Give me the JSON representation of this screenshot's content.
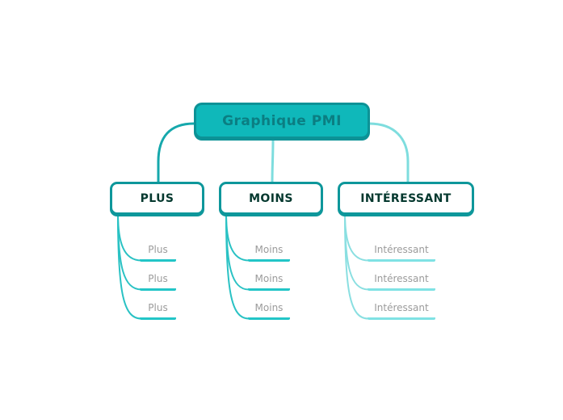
{
  "mindmap": {
    "root": {
      "label": "Graphique PMI"
    },
    "branches": [
      {
        "label": "PLUS",
        "children": [
          {
            "label": "Plus"
          },
          {
            "label": "Plus"
          },
          {
            "label": "Plus"
          }
        ]
      },
      {
        "label": "MOINS",
        "children": [
          {
            "label": "Moins"
          },
          {
            "label": "Moins"
          },
          {
            "label": "Moins"
          }
        ]
      },
      {
        "label": "INTÉRESSANT",
        "children": [
          {
            "label": "Intéressant"
          },
          {
            "label": "Intéressant"
          },
          {
            "label": "Intéressant"
          }
        ]
      }
    ]
  },
  "colors": {
    "background": "#ffffff",
    "root_fill": "#0fb8ba",
    "root_border": "#0c9296",
    "root_text": "#0b7e82",
    "branch_border": "#0e979b",
    "branch_text": "#04382e",
    "leaf_text": "#9b9b9b",
    "connector_primary": "#16a8ac",
    "connector_light": "#7eddde",
    "leaf_connector": "#2ac2c4",
    "leaf_connector_light": "#8adfe1",
    "underline": "#22c5c7",
    "underline_light": "#7fe2e4"
  }
}
